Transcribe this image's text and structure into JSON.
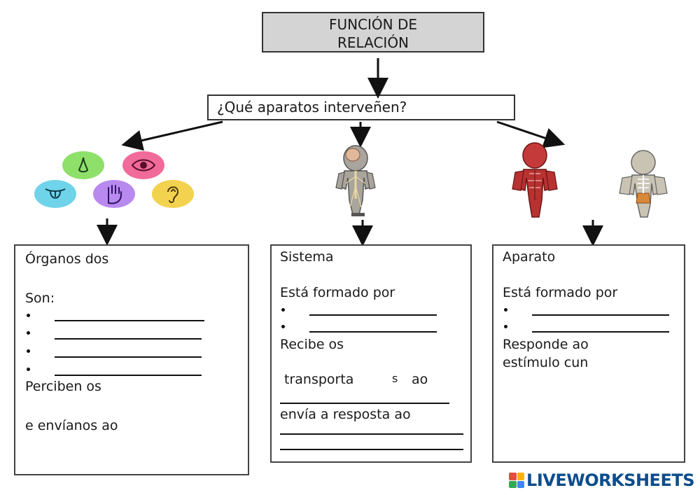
{
  "title": {
    "line1": "FUNCIÓN DE",
    "line2": "RELACIÓN"
  },
  "question": "¿Qué aparatos interveñen?",
  "panels": {
    "organs": {
      "heading": "Órganos dos",
      "son": "Son:",
      "perciben": "Perciben os",
      "envianos": "e envíanos ao"
    },
    "system": {
      "heading": "Sistema",
      "formado": "Está formado por",
      "recibe": "Recibe os",
      "transporta": "transporta",
      "s_letter": "s",
      "ao": "ao",
      "envia": "envía a resposta ao"
    },
    "apparatus": {
      "heading": "Aparato",
      "formado": "Está formado por",
      "responde": "Responde ao",
      "estimulo": "estímulo cun"
    }
  },
  "icons": {
    "nose": "nose-icon",
    "eye": "eye-icon",
    "tongue": "tongue-icon",
    "hand": "hand-icon",
    "ear": "ear-icon",
    "nervous_figure": "nervous-system-figure",
    "muscle_figure": "muscular-system-figure",
    "skeleton_figure": "skeletal-system-figure"
  },
  "colors": {
    "title_bg": "#d4d4d4",
    "nose_circle": "#8ee06a",
    "eye_circle": "#f06a9a",
    "tongue_circle": "#6fd3ea",
    "hand_circle": "#b88af0",
    "ear_circle": "#f3d24f",
    "logo_blue": "#0d4d8c"
  },
  "watermark": "LIVEWORKSHEETS"
}
